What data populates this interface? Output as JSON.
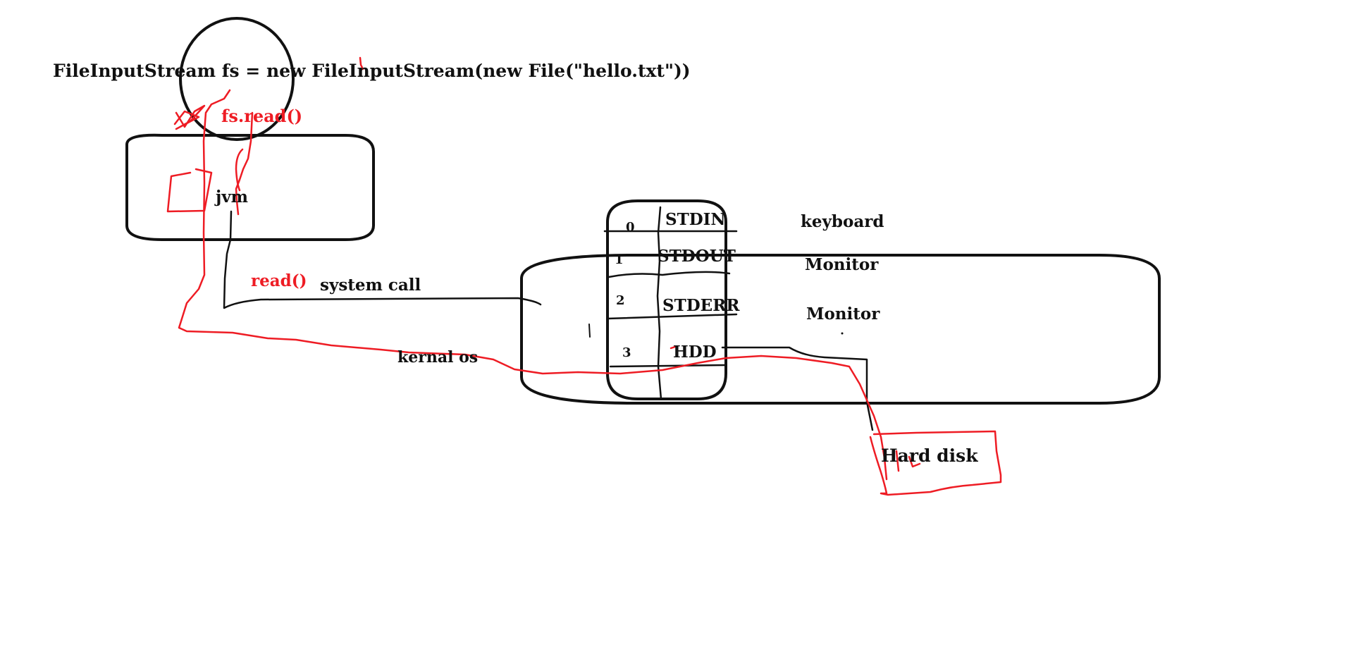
{
  "code_line": "FileInputStream fs = new FileInputStream(new File(\"hello.txt\"))",
  "labels": {
    "fs_read": "fs.read()",
    "jvm": "jvm",
    "read": "read()",
    "system_call": "system call",
    "kernel_os": "kernal os",
    "hard_disk": "Hard disk"
  },
  "fd_table": [
    {
      "fd": "0",
      "name": "STDIN",
      "device": "keyboard"
    },
    {
      "fd": "1",
      "name": "STDOUT",
      "device": "Monitor"
    },
    {
      "fd": "2",
      "name": "STDERR",
      "device": "Monitor"
    },
    {
      "fd": "3",
      "name": "HDD",
      "device": ""
    }
  ],
  "colors": {
    "ink": "#111111",
    "annotation": "#ee1c24",
    "background": "#ffffff"
  }
}
